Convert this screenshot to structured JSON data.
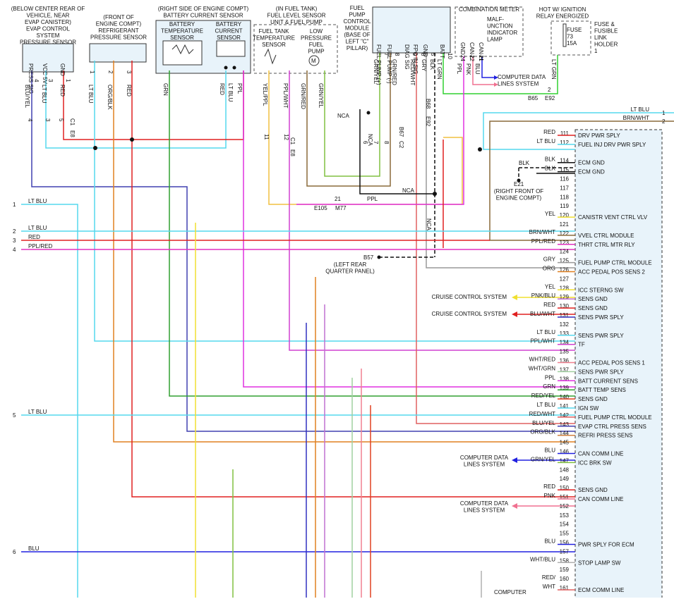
{
  "components": {
    "evap": [
      "(BELOW CENTER REAR OF",
      "VEHICLE, NEAR",
      "EVAP CANISTER)",
      "EVAP CONTROL",
      "SYSTEM",
      "PRESSURE SENSOR"
    ],
    "refri": [
      "(FRONT OF",
      "ENGINE COMPT)",
      "REFRIGERANT",
      "PRESSURE SENSOR"
    ],
    "batt": [
      "(RIGHT SIDE OF ENGINE COMPT)",
      "BATTERY CURRENT SENSOR"
    ],
    "batt_temp": [
      "BATTERY",
      "TEMPERATURE",
      "SENSOR"
    ],
    "batt_curr": [
      "BATTERY",
      "CURRENT",
      "SENSOR"
    ],
    "fuel_tank": [
      "(IN FUEL TANK)",
      "FUEL LEVEL SENSOR",
      "UNIT & FUEL PUMP"
    ],
    "ft_temp": [
      "FUEL TANK",
      "TEMPERATURE",
      "SENSOR"
    ],
    "low_press": [
      "LOW",
      "PRESSURE",
      "FUEL",
      "PUMP"
    ],
    "fpcm": [
      "FUEL",
      "PUMP",
      "CONTROL",
      "MODULE",
      "(BASE OF",
      "LEFT \"C\"",
      "PILLAR)"
    ],
    "combo": "COMBINATION METER",
    "mil": [
      "MALF-",
      "UNCTION",
      "INDICATOR",
      "LAMP"
    ],
    "hot": [
      "HOT W/ IGNITION",
      "RELAY ENERGIZED"
    ],
    "fuse": [
      "FUSE",
      "73",
      "15A"
    ],
    "fuse_holder": [
      "FUSE &",
      "FUSIBLE",
      "LINK",
      "HOLDER",
      "1"
    ]
  },
  "pins": {
    "evap": [
      [
        "PRESS SIG",
        "4"
      ],
      [
        "VCC 5V",
        "3"
      ],
      [
        "GND",
        "1"
      ]
    ],
    "refri": [
      [
        "1"
      ],
      [
        "2"
      ],
      [
        "3"
      ]
    ],
    "fpcm": [
      [
        "FUEL PUMP (+)",
        "7"
      ],
      [
        "FUEL PUMP (-)",
        "8"
      ],
      [
        "DIAG SIG",
        "9"
      ],
      [
        "FPC IN SIG",
        "8"
      ],
      [
        "GND",
        "5"
      ],
      [
        "BATT",
        "10"
      ]
    ],
    "combo": [
      [
        "GND",
        "24"
      ],
      [
        "CAN-L",
        "22"
      ],
      [
        "CAN-H",
        "21"
      ]
    ]
  },
  "wire_labels": {
    "evap": [
      "BLU/YEL",
      "LT BLU",
      "RED"
    ],
    "refri": [
      "LT BLU",
      "ORG/BLK",
      "RED"
    ],
    "batt": [
      "GRN",
      "RED",
      "LT BLU",
      "PPL"
    ],
    "fuel": [
      "YEL/PPL",
      "PPL/WHT",
      "GRN/RED",
      "GRN/YEL"
    ],
    "fpcm": [
      "GRN/YEL",
      "GRN/RED",
      "RED/WHT",
      "GRY",
      "BLK",
      "LT GRN"
    ],
    "combo": [
      "PPL",
      "PNK",
      "BLU"
    ],
    "fuse": "LT GRN"
  },
  "connectors": {
    "c1a": "C1",
    "e8a": "E8",
    "c1b": "C1",
    "e8b": "E8",
    "c2": "C2",
    "b67": "B67",
    "e92a": "E92",
    "b68": "B68",
    "b65": "B65",
    "e92b": "E92",
    "e105": "E105",
    "m77": "M77",
    "e21": "E21",
    "b57": "B57",
    "nca1": "NCA",
    "nca2": "NCA",
    "nca3": "NCA",
    "pin2": "2",
    "pin21": "21",
    "pin11": "11",
    "pin12": "12",
    "pin5": "5",
    "pin4": "4",
    "pin3": "3",
    "pin6": "6",
    "pin7": "7",
    "pin8": "8"
  },
  "notes": {
    "e21": [
      "(RIGHT FRONT OF",
      "ENGINE COMPT)"
    ],
    "b57": [
      "(LEFT REAR",
      "QUARTER PANEL)"
    ],
    "cdl": [
      "COMPUTER DATA",
      "LINES SYSTEM"
    ],
    "blk": "BLK",
    "ppl": "PPL",
    "ncaw": "NCA"
  },
  "left_wires": [
    {
      "num": "1",
      "label": "LT BLU",
      "color": "#55d8ee"
    },
    {
      "num": "2",
      "label": "LT BLU",
      "color": "#55d8ee"
    },
    {
      "num": "3",
      "label": "RED",
      "color": "#e02020"
    },
    {
      "num": "4",
      "label": "PPL/RED",
      "color": "#e030c0"
    },
    {
      "num": "5",
      "label": "LT BLU",
      "color": "#55d8ee"
    },
    {
      "num": "6",
      "label": "BLU",
      "color": "#2020e0"
    }
  ],
  "right_wires": [
    {
      "num": "1",
      "label": "LT BLU",
      "color": "#55d8ee"
    },
    {
      "num": "2",
      "label": "BRN/WHT",
      "color": "#8a6a3a"
    }
  ],
  "ecm_pins": [
    {
      "pin": "111",
      "wire": "RED",
      "fn": "DRV PWR SPLY",
      "color": "#e02020"
    },
    {
      "pin": "112",
      "wire": "LT BLU",
      "fn": "FUEL INJ DRV PWR SPLY",
      "color": "#55d8ee"
    },
    {
      "pin": "114",
      "wire": "BLK",
      "fn": "ECM GND",
      "color": "#111111"
    },
    {
      "pin": "115",
      "wire": "BLK",
      "fn": "ECM GND",
      "color": "#111111"
    },
    {
      "pin": "116",
      "wire": "",
      "fn": "",
      "color": ""
    },
    {
      "pin": "117",
      "wire": "",
      "fn": "",
      "color": ""
    },
    {
      "pin": "118",
      "wire": "",
      "fn": "",
      "color": ""
    },
    {
      "pin": "119",
      "wire": "",
      "fn": "",
      "color": ""
    },
    {
      "pin": "120",
      "wire": "YEL",
      "fn": "CANISTR VENT CTRL VLV",
      "color": "#f0e030"
    },
    {
      "pin": "121",
      "wire": "",
      "fn": "",
      "color": ""
    },
    {
      "pin": "122",
      "wire": "BRN/WHT",
      "fn": "VVEL CTRL MODULE",
      "color": "#8a6a3a"
    },
    {
      "pin": "123",
      "wire": "PPL/RED",
      "fn": "THRT CTRL MTR RLY",
      "color": "#e030c0"
    },
    {
      "pin": "124",
      "wire": "",
      "fn": "",
      "color": ""
    },
    {
      "pin": "125",
      "wire": "GRY",
      "fn": "FUEL PUMP CTRL MODULE",
      "color": "#9a9a9a"
    },
    {
      "pin": "126",
      "wire": "ORG",
      "fn": "ACC PEDAL POS SENS 2",
      "color": "#e08020"
    },
    {
      "pin": "127",
      "wire": "",
      "fn": "",
      "color": ""
    },
    {
      "pin": "128",
      "wire": "YEL",
      "fn": "ICC STERNG SW",
      "color": "#f0e030"
    },
    {
      "pin": "129",
      "wire": "PNK/BLU",
      "fn": "SENS GND",
      "color": "#c070d0"
    },
    {
      "pin": "130",
      "wire": "RED",
      "fn": "SENS GND",
      "color": "#e02020"
    },
    {
      "pin": "131",
      "wire": "BLU/WHT",
      "fn": "SENS PWR SPLY",
      "color": "#3030c0"
    },
    {
      "pin": "132",
      "wire": "",
      "fn": "",
      "color": ""
    },
    {
      "pin": "133",
      "wire": "LT BLU",
      "fn": "SENS PWR SPLY",
      "color": "#55d8ee"
    },
    {
      "pin": "134",
      "wire": "PPL/WHT",
      "fn": "TF",
      "color": "#d040d0"
    },
    {
      "pin": "135",
      "wire": "",
      "fn": "",
      "color": ""
    },
    {
      "pin": "136",
      "wire": "WHT/RED",
      "fn": "ACC PEDAL POS SENS 1",
      "color": "#f08090"
    },
    {
      "pin": "137",
      "wire": "WHT/GRN",
      "fn": "SENS PWR SPLY",
      "color": "#a0d0a0"
    },
    {
      "pin": "138",
      "wire": "PPL",
      "fn": "BATT CURRENT SENS",
      "color": "#e030e0"
    },
    {
      "pin": "139",
      "wire": "GRN",
      "fn": "BATT TEMP SENS",
      "color": "#30a030"
    },
    {
      "pin": "140",
      "wire": "RED/YEL",
      "fn": "SENS GND",
      "color": "#e04020"
    },
    {
      "pin": "141",
      "wire": "LT BLU",
      "fn": "IGN SW",
      "color": "#55d8ee"
    },
    {
      "pin": "142",
      "wire": "RED/WHT",
      "fn": "FUEL PUMP CTRL MODULE",
      "color": "#e06060"
    },
    {
      "pin": "143",
      "wire": "BLU/YEL",
      "fn": "EVAP CTRL PRESS SENS",
      "color": "#4040b0"
    },
    {
      "pin": "144",
      "wire": "ORG/BLK",
      "fn": "REFRI PRESS SENS",
      "color": "#d08040"
    },
    {
      "pin": "145",
      "wire": "",
      "fn": "",
      "color": ""
    },
    {
      "pin": "146",
      "wire": "BLU",
      "fn": "CAN COMM LINE",
      "color": "#2020e0"
    },
    {
      "pin": "147",
      "wire": "GRN/YEL",
      "fn": "ICC BRK SW",
      "color": "#80c040"
    },
    {
      "pin": "148",
      "wire": "",
      "fn": "",
      "color": ""
    },
    {
      "pin": "149",
      "wire": "",
      "fn": "",
      "color": ""
    },
    {
      "pin": "150",
      "wire": "RED",
      "fn": "SENS GND",
      "color": "#e02020"
    },
    {
      "pin": "151",
      "wire": "PNK",
      "fn": "CAN COMM LINE",
      "color": "#f07090"
    },
    {
      "pin": "152",
      "wire": "",
      "fn": "",
      "color": ""
    },
    {
      "pin": "153",
      "wire": "",
      "fn": "",
      "color": ""
    },
    {
      "pin": "154",
      "wire": "",
      "fn": "",
      "color": ""
    },
    {
      "pin": "155",
      "wire": "",
      "fn": "",
      "color": ""
    },
    {
      "pin": "156",
      "wire": "BLU",
      "fn": "PWR SPLY FOR ECM",
      "color": "#2020e0"
    },
    {
      "pin": "157",
      "wire": "",
      "fn": "",
      "color": ""
    },
    {
      "pin": "158",
      "wire": "WHT/BLU",
      "fn": "STOP LAMP SW",
      "color": "#b0b0b0"
    },
    {
      "pin": "159",
      "wire": "",
      "fn": "",
      "color": ""
    },
    {
      "pin": "160",
      "wire": "RED/",
      "fn": "",
      "color": ""
    },
    {
      "pin": "161",
      "wire": "WHT",
      "fn": "ECM COMM LINE",
      "color": "#e06060"
    }
  ],
  "callouts": {
    "cruise1": "CRUISE CONTROL SYSTEM",
    "cruise2": "CRUISE CONTROL SYSTEM",
    "cdl146": [
      "COMPUTER DATA",
      "LINES SYSTEM"
    ],
    "cdl151": [
      "COMPUTER DATA",
      "LINES SYSTEM"
    ],
    "computer": "COMPUTER"
  }
}
